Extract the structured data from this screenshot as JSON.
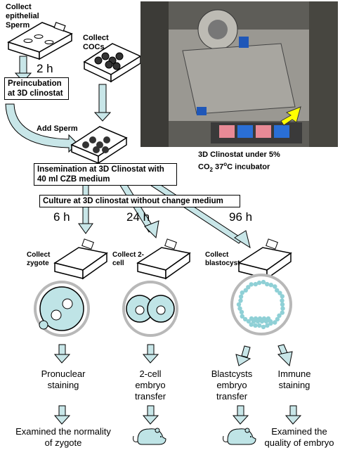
{
  "labels": {
    "collect_sperm": "Collect epithelial Sperm",
    "collect_cocs": "Collect COCs",
    "add_sperm": "Add Sperm",
    "collect_zygote": "Collect zygote",
    "collect_2cell": "Collect 2-cell",
    "collect_blastocyst": "Collect blastocyst"
  },
  "boxes": {
    "preincubation": "Preincubation at 3D clinostat",
    "insemination": "Insemination at 3D Clinostat with 40 ml CZB medium",
    "culture": "Culture at 3D clinostat without change medium"
  },
  "times": {
    "t_2h": "2 h",
    "t_6h": "6 h",
    "t_24h": "24 h",
    "t_96h": "96 h"
  },
  "photo_caption": {
    "line1": "3D Clinostat under 5%",
    "line2_pre": "CO",
    "line2_sub": "2",
    "line2_mid": " 37",
    "line2_sup": "o",
    "line2_post": "C incubator"
  },
  "steps": {
    "pronuclear": "Pronuclear staining",
    "two_cell_transfer": "2-cell embryo transfer",
    "blast_transfer": "Blastcysts embryo transfer",
    "immune": "Immune staining"
  },
  "outcomes": {
    "zygote": "Examined the normality of zygote",
    "embryo": "Examined the quality of embryo"
  },
  "colors": {
    "arrow_fill": "#c8e6e8",
    "cell_fill": "#bfe4e6",
    "ring": "#b8b8b8",
    "highlight_arrow": "#ffff00"
  }
}
